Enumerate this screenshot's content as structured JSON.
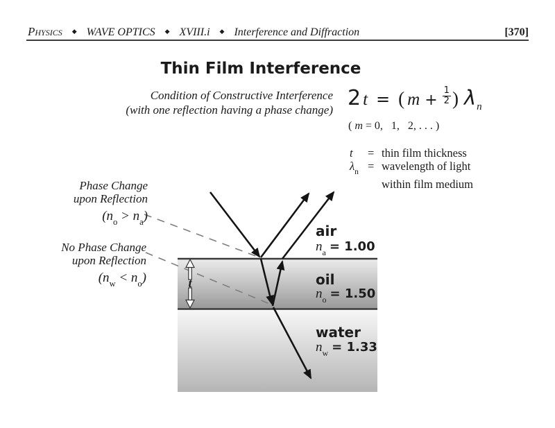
{
  "header": {
    "subject": "Physics",
    "topic": "WAVE OPTICS",
    "section": "XVIII.i",
    "chapter": "Interference and Diffraction",
    "page_ref": "[370]",
    "bullet": "◆"
  },
  "title": "Thin Film Interference",
  "condition": {
    "line1": "Condition of Constructive Interference",
    "line2": "(with one reflection having a phase change)"
  },
  "equation": {
    "coefficient": "2",
    "variable": "t",
    "equals": "=",
    "lparen": "(",
    "order_var": "m",
    "plus": "+",
    "frac_numerator": "1",
    "frac_denominator": "2",
    "rparen": ")",
    "lambda": "λ",
    "lambda_sub": "n",
    "constraint_pre": "( ",
    "constraint_var": "m",
    "constraint_post": " = 0,   1,   2, . . . )"
  },
  "definitions": {
    "t_symbol": "t",
    "t_equals": "=",
    "t_text": "thin film thickness",
    "lambda_symbol": "λ",
    "lambda_sub": "n",
    "lambda_equals": "=",
    "lambda_text": "wavelength of light",
    "lambda_text2": "within film medium"
  },
  "annotations": {
    "phase_change": {
      "line1": "Phase Change",
      "line2": "upon Reflection",
      "math_pre": "(n",
      "math_sub1": "o",
      "math_mid": " > n",
      "math_sub2": "a",
      "math_post": ")"
    },
    "no_phase_change": {
      "line1": "No Phase Change",
      "line2": "upon Reflection",
      "math_pre": "(n",
      "math_sub1": "w",
      "math_mid": " < n",
      "math_sub2": "o",
      "math_post": ")"
    }
  },
  "diagram": {
    "thickness_symbol": "t",
    "air": {
      "name": "air",
      "n": "n",
      "sub": "a",
      "value": "= 1.00"
    },
    "oil": {
      "name": "oil",
      "n": "n",
      "sub": "o",
      "value": "= 1.50"
    },
    "water": {
      "name": "water",
      "n": "n",
      "sub": "w",
      "value": "= 1.33"
    }
  },
  "colors": {
    "ink": "#141414",
    "rule": "#3c3c3c",
    "boundary_line": "#3a3a3a",
    "dashed_leader": "#7e7e7e",
    "oil_gradient_top": "#ededed",
    "oil_gradient_bottom": "#999999",
    "water_gradient_top": "#f6f6f6",
    "water_gradient_bottom": "#b5b5b5"
  }
}
